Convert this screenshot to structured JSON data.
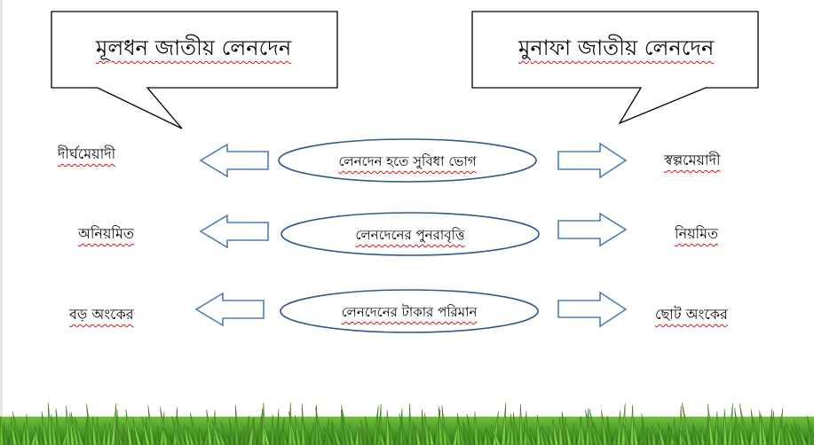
{
  "callouts": {
    "left_title": "মূলধন জাতীয় লেনদেন",
    "right_title": "মুনাফা জাতীয় লেনদেন"
  },
  "rows": [
    {
      "left": "দীর্ঘমেয়াদী",
      "center": "লেনদেন হতে সুবিধা ভোগ",
      "right": "স্বল্পমেয়াদী"
    },
    {
      "left": "অনিয়মিত",
      "center": "লেনদেনের পুনরাবৃত্তি",
      "right": "নিয়মিত"
    },
    {
      "left": "বড় অংকের",
      "center": "লেনদেনের টাকার পরিমান",
      "right": "ছোট অংকের"
    }
  ],
  "colors": {
    "arrow_stroke": "#4a7ebb",
    "ellipse_stroke": "#2f5a8c",
    "grass": "#4f9a2a"
  }
}
